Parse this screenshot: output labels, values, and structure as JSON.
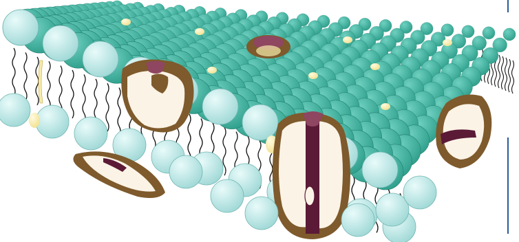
{
  "diagram": {
    "subject": "phospholipid-bilayer-membrane",
    "labels": [],
    "colors": {
      "head_top": "#2f9f8c",
      "head_top_light": "#6fd0c0",
      "head_bottom": "#b6e6e4",
      "head_bottom_light": "#e8fbfa",
      "tail": "#111111",
      "protein_shell": "#7e5a2c",
      "protein_body": "#fbf3e6",
      "protein_channel": "#5b1a36",
      "protein_cap": "#8f4660",
      "cholesterol": "#f6ecaa",
      "side_line": "#2a5a9a"
    },
    "components": [
      "lipid-head-top-layer",
      "lipid-head-bottom-layer",
      "fatty-acid-tails",
      "integral-protein",
      "channel-protein",
      "peripheral-protein",
      "cholesterol"
    ]
  }
}
